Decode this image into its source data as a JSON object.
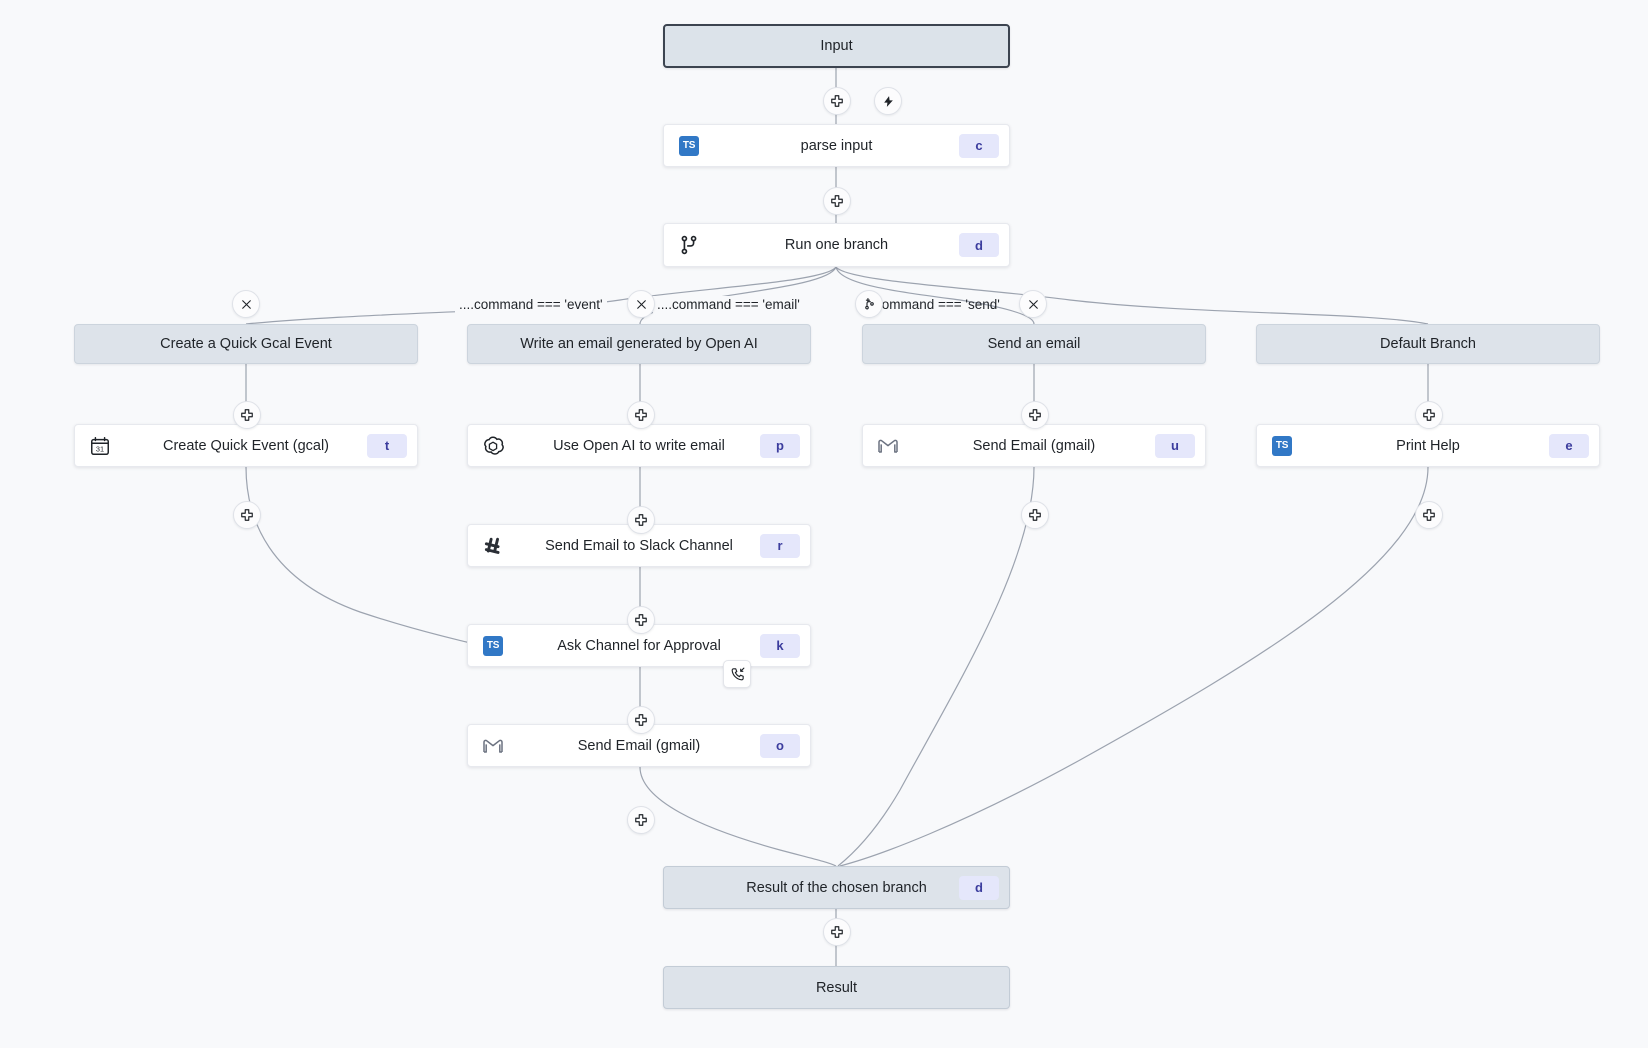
{
  "canvas": {
    "background": "#f8f9fb",
    "node_fill_white": "#ffffff",
    "node_fill_gray": "#dde3ea",
    "edge_color": "#9ca3af",
    "kbd_bg": "#e5e7fb",
    "kbd_fg": "#3c3d9e",
    "ts_blue": "#3178c6"
  },
  "nodes": {
    "input": {
      "label": "Input",
      "kind": "terminal"
    },
    "parse_input": {
      "label": "parse input",
      "kbd": "c",
      "icon": "typescript-icon"
    },
    "run_one_branch": {
      "label": "Run one branch",
      "kbd": "d",
      "icon": "branch-icon"
    },
    "branch_gcal": {
      "label": "Create a Quick Gcal Event",
      "kind": "branch-head"
    },
    "branch_openai": {
      "label": "Write an email generated by Open AI",
      "kind": "branch-head"
    },
    "branch_send": {
      "label": "Send an email",
      "kind": "branch-head"
    },
    "branch_default": {
      "label": "Default Branch",
      "kind": "branch-head"
    },
    "create_quick_event": {
      "label": "Create Quick Event (gcal)",
      "kbd": "t",
      "icon": "calendar-icon"
    },
    "use_openai": {
      "label": "Use Open AI to write email",
      "kbd": "p",
      "icon": "openai-icon"
    },
    "send_email_slack": {
      "label": "Send Email to Slack Channel",
      "kbd": "r",
      "icon": "slack-icon"
    },
    "ask_approval": {
      "label": "Ask Channel for Approval",
      "kbd": "k",
      "icon": "typescript-icon",
      "badge": "approval-callback-icon"
    },
    "send_email_gmail_branch": {
      "label": "Send Email (gmail)",
      "kbd": "o",
      "icon": "gmail-icon"
    },
    "send_email_gmail_send": {
      "label": "Send Email (gmail)",
      "kbd": "u",
      "icon": "gmail-icon"
    },
    "print_help": {
      "label": "Print Help",
      "kbd": "e",
      "icon": "typescript-icon"
    },
    "result_chosen": {
      "label": "Result of the chosen branch",
      "kbd": "d",
      "kind": "terminal"
    },
    "result": {
      "label": "Result",
      "kind": "terminal"
    }
  },
  "edge_labels": {
    "event": "....command === 'event'",
    "email": "....command === 'email'",
    "send": "....command === 'send'"
  },
  "handles": {
    "add": "plus-icon",
    "remove": "close-icon",
    "trigger": "lightning-icon",
    "add_branch": "add-branch-icon"
  }
}
